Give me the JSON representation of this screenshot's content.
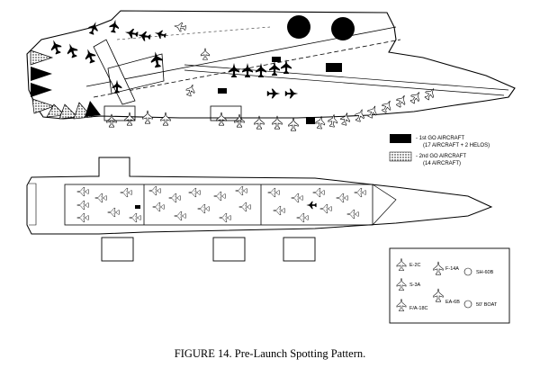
{
  "legend_top": {
    "first_go": {
      "line1": "- 1st GO AIRCRAFT",
      "line2": "(17 AIRCRAFT + 2 HELOS)"
    },
    "second_go": {
      "line1": "- 2nd GO AIRCRAFT",
      "line2": "(14 AIRCRAFT)"
    }
  },
  "legend_key": {
    "e2c": "E-2C",
    "s3a": "S-3A",
    "fa18c": "F/A-18C",
    "f14a": "F-14A",
    "ea6b": "EA-6B",
    "sh60b": "SH-60B",
    "boat": "50' BOAT"
  },
  "caption": "FIGURE 14. Pre-Launch Spotting Pattern.",
  "colors": {
    "ink": "#000000",
    "paper": "#ffffff",
    "hatch": "#888888"
  }
}
